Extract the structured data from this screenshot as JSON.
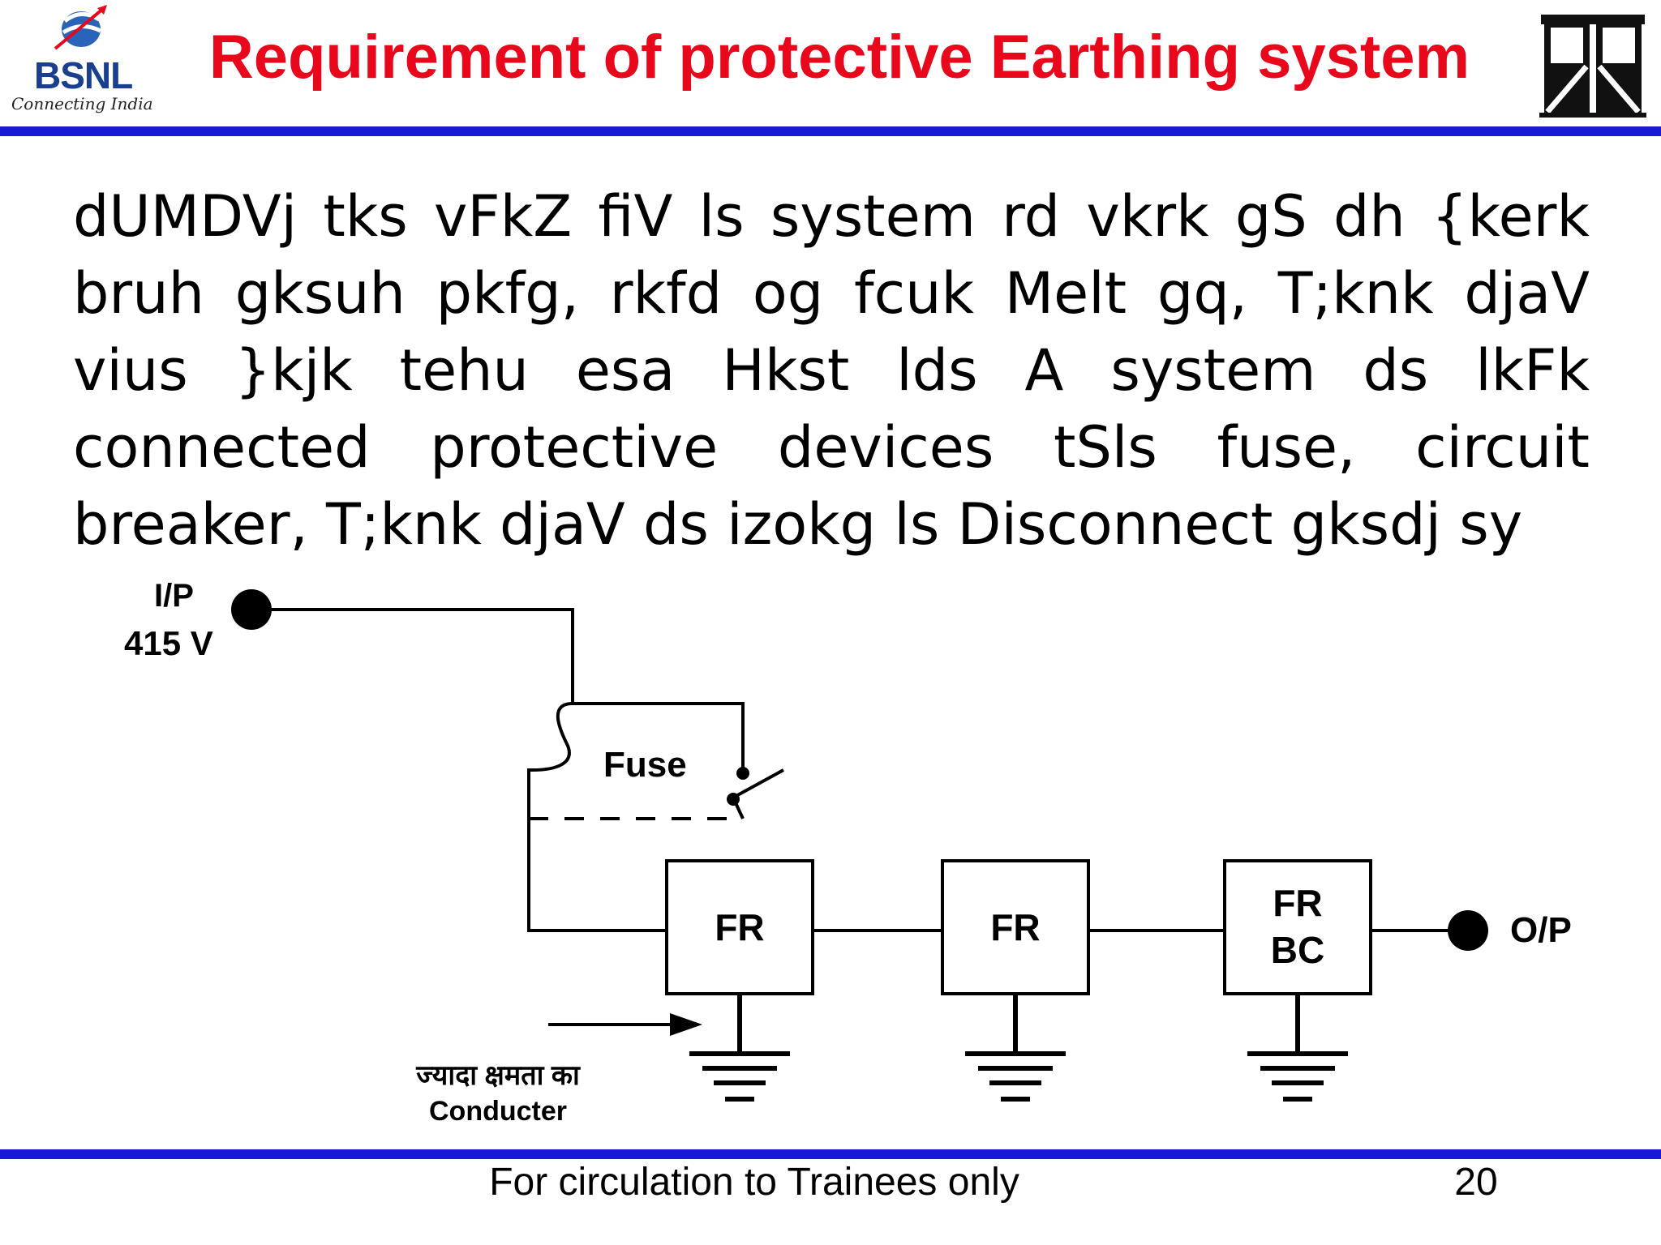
{
  "header": {
    "logo_left": {
      "name": "BSNL",
      "tagline": "Connecting India"
    },
    "title": "Requirement of protective Earthing system",
    "title_color": "#e8071b",
    "rule_color": "#1a1ad6"
  },
  "body": {
    "paragraph": "dUMDVj tks vFkZ fiV ls system rd vkrk gS dh {kerk bruh gksuh pkfg, rkfd og fcuk Melt gq, T;knk djaV vius }kjk tehu esa Hkst lds A system ds lkFk connected protective devices tSls fuse, circuit breaker, T;knk djaV ds izokg ls Disconnect gksdj sy"
  },
  "diagram": {
    "input_label": "I/P",
    "input_voltage": "415 V",
    "fuse_label": "Fuse",
    "blocks": [
      {
        "line1": "FR",
        "line2": ""
      },
      {
        "line1": "FR",
        "line2": ""
      },
      {
        "line1": "FR",
        "line2": "BC"
      }
    ],
    "output_label": "O/P",
    "conductor_label_hindi": "ज्यादा क्षमता का",
    "conductor_label": "Conducter"
  },
  "footer": {
    "circulation": "For circulation to Trainees only",
    "page_number": "20"
  }
}
